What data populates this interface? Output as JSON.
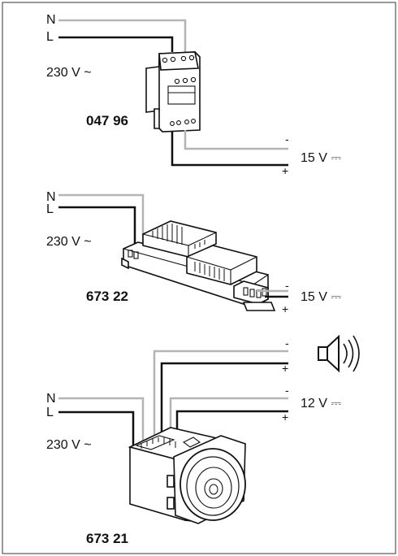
{
  "supplies": [
    {
      "code": "047 96",
      "input": {
        "neutral": "N",
        "line": "L",
        "voltage": "230 V ~"
      },
      "output": {
        "minus": "-",
        "plus": "+",
        "voltage": "15 V ⎓"
      }
    },
    {
      "code": "673 22",
      "input": {
        "neutral": "N",
        "line": "L",
        "voltage": "230 V ~"
      },
      "output": {
        "minus": "-",
        "plus": "+",
        "voltage": "15 V ⎓"
      }
    },
    {
      "code": "673 21",
      "input": {
        "neutral": "N",
        "line": "L",
        "voltage": "230 V ~"
      },
      "speaker_out": {
        "minus": "-",
        "plus": "+"
      },
      "output": {
        "minus": "-",
        "plus": "+",
        "voltage": "12 V ⎓"
      }
    }
  ],
  "colors": {
    "neutral_wire": "#b4b4b4",
    "line_wire": "#111111",
    "outline": "#111111"
  },
  "icons": [
    "speaker-icon"
  ]
}
